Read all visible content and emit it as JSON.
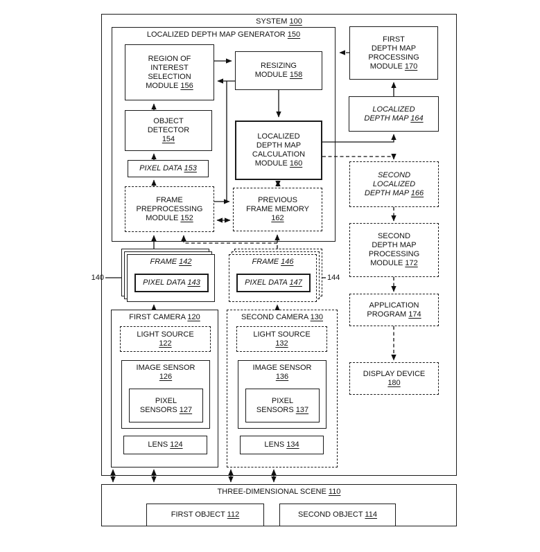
{
  "colors": {
    "ink": "#111111",
    "background": "#ffffff"
  },
  "diagram": {
    "system": {
      "label_lines": [
        "SYSTEM 100"
      ]
    },
    "generator": {
      "label_lines": [
        "LOCALIZED DEPTH MAP GENERATOR 150"
      ]
    },
    "roi_module": {
      "lines": [
        "REGION OF",
        "INTEREST",
        "SELECTION",
        "MODULE 156"
      ]
    },
    "resizing_module": {
      "lines": [
        "RESIZING",
        "MODULE 158"
      ]
    },
    "object_detector": {
      "lines": [
        "OBJECT",
        "DETECTOR",
        "154"
      ]
    },
    "pixel_data_153": {
      "lines": [
        "PIXEL DATA 153"
      ]
    },
    "depth_map_calculation_module": {
      "lines": [
        "LOCALIZED",
        "DEPTH MAP",
        "CALCULATION",
        "MODULE 160"
      ]
    },
    "frame_preprocessing_module": {
      "lines": [
        "FRAME",
        "PREPROCESSING",
        "MODULE 152"
      ]
    },
    "previous_frame_memory": {
      "lines": [
        "PREVIOUS",
        "FRAME MEMORY",
        "162"
      ]
    },
    "first_depth_map_processing_module": {
      "lines": [
        "FIRST",
        "DEPTH MAP",
        "PROCESSING",
        "MODULE 170"
      ]
    },
    "localized_depth_map": {
      "lines": [
        "LOCALIZED",
        "DEPTH MAP 164"
      ]
    },
    "second_localized_depth_map": {
      "lines": [
        "SECOND",
        "LOCALIZED",
        "DEPTH MAP 166"
      ]
    },
    "second_depth_map_processing_module": {
      "lines": [
        "SECOND",
        "DEPTH MAP",
        "PROCESSING",
        "MODULE 172"
      ]
    },
    "application_program": {
      "lines": [
        "APPLICATION",
        "PROGRAM 174"
      ]
    },
    "display_device": {
      "lines": [
        "DISPLAY DEVICE",
        "180"
      ]
    },
    "frame_stack_left": {
      "ref": "140",
      "frame_lines": [
        "FRAME 142"
      ],
      "pixel_data_lines": [
        "PIXEL DATA 143"
      ]
    },
    "frame_stack_right": {
      "ref": "144",
      "frame_lines": [
        "FRAME 146"
      ],
      "pixel_data_lines": [
        "PIXEL DATA 147"
      ]
    },
    "first_camera": {
      "label_lines": [
        "FIRST CAMERA 120"
      ],
      "light_source": [
        "LIGHT SOURCE",
        "122"
      ],
      "image_sensor": [
        "IMAGE SENSOR",
        "126"
      ],
      "pixel_sensors": [
        "PIXEL",
        "SENSORS 127"
      ],
      "lens": [
        "LENS 124"
      ]
    },
    "second_camera": {
      "label_lines": [
        "SECOND CAMERA 130"
      ],
      "light_source": [
        "LIGHT SOURCE",
        "132"
      ],
      "image_sensor": [
        "IMAGE SENSOR",
        "136"
      ],
      "pixel_sensors": [
        "PIXEL",
        "SENSORS 137"
      ],
      "lens": [
        "LENS 134"
      ]
    },
    "scene": {
      "label_lines": [
        "THREE-DIMENSIONAL SCENE 110"
      ],
      "first_object": [
        "FIRST OBJECT 112"
      ],
      "second_object": [
        "SECOND OBJECT 114"
      ]
    }
  }
}
